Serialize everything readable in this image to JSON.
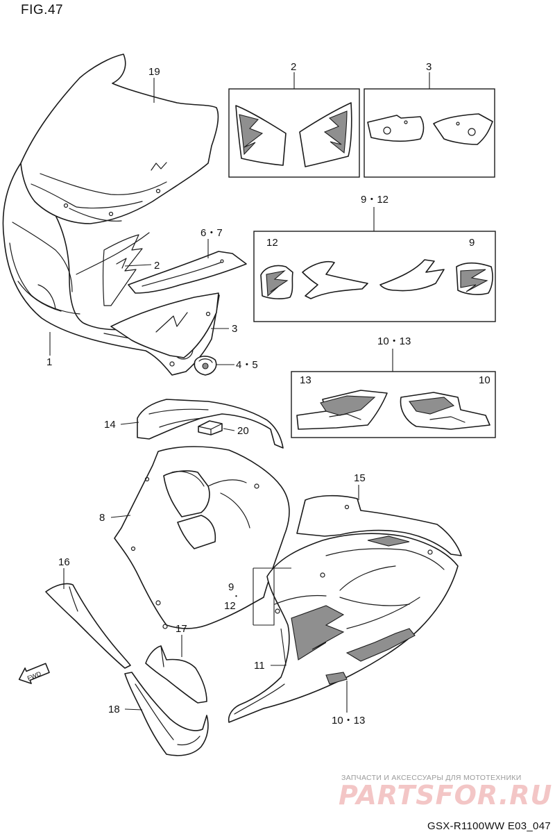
{
  "figure_title": "FIG.47",
  "model_code": "GSX-R1100WW   E03_047",
  "watermark": {
    "tagline": "ЗАПЧАСТИ И АКСЕССУАРЫ ДЛЯ МОТОТЕХНИКИ",
    "brand": "PARTSFOR.RU"
  },
  "fwd_marker": "FWD",
  "callouts": {
    "c19": "19",
    "c2_box": "2",
    "c3_box": "3",
    "c9_12_box": "9・12",
    "c12_inner": "12",
    "c9_inner": "9",
    "c2": "2",
    "c6_7": "6・7",
    "c3": "3",
    "c1": "1",
    "c4_5": "4・5",
    "c10_13_box": "10・13",
    "c13_inner": "13",
    "c10_inner": "10",
    "c14": "14",
    "c20": "20",
    "c15": "15",
    "c8": "8",
    "c16": "16",
    "c9_lower": "9",
    "c12_lower": "12",
    "c17": "17",
    "c11": "11",
    "c18": "18",
    "c10_13_lower": "10・13"
  }
}
